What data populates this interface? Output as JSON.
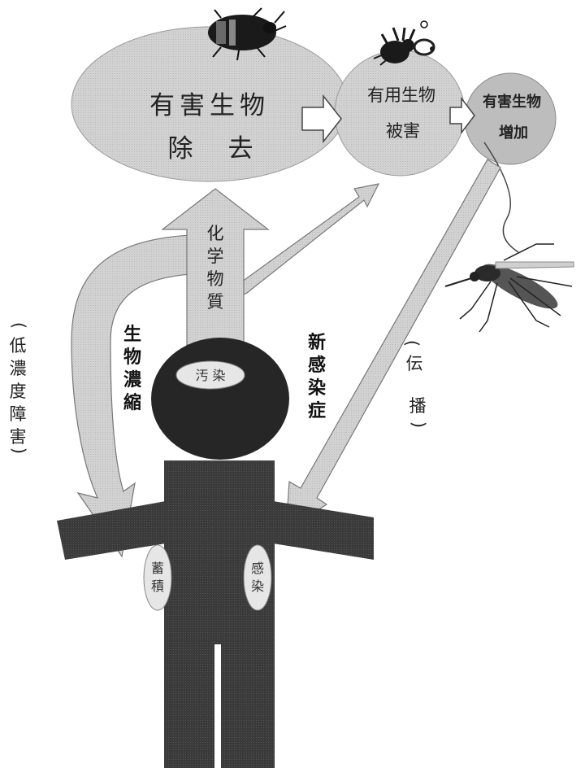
{
  "labels": {
    "harmful_remove_line1": "有害生物",
    "harmful_remove_line2": "除　去",
    "useful_damage_line1": "有用生物",
    "useful_damage_line2": "被害",
    "harmful_increase_line1": "有害生物",
    "harmful_increase_line2": "増加",
    "chemical_arrow_text": "化学物質",
    "biomagnification": "生物濃縮",
    "low_concentration_damage": "(低濃度障害)",
    "new_infection": "新感染症",
    "transmission": "(伝播)",
    "contamination": "汚 染",
    "accumulation": "蓄積",
    "infection": "感染"
  },
  "icons": [
    "beetle-icon",
    "bird-icon",
    "mosquito-icon"
  ],
  "colors": {
    "ellipse_fill": "#cfcfcf",
    "ellipse_stroke": "#9a9a9a",
    "arrow_fill": "#d6d6d6",
    "arrow_stroke": "#777777",
    "person_fill": "#3c3c3c",
    "person_head": "#262626",
    "oval_fill": "#e6e6e6"
  }
}
